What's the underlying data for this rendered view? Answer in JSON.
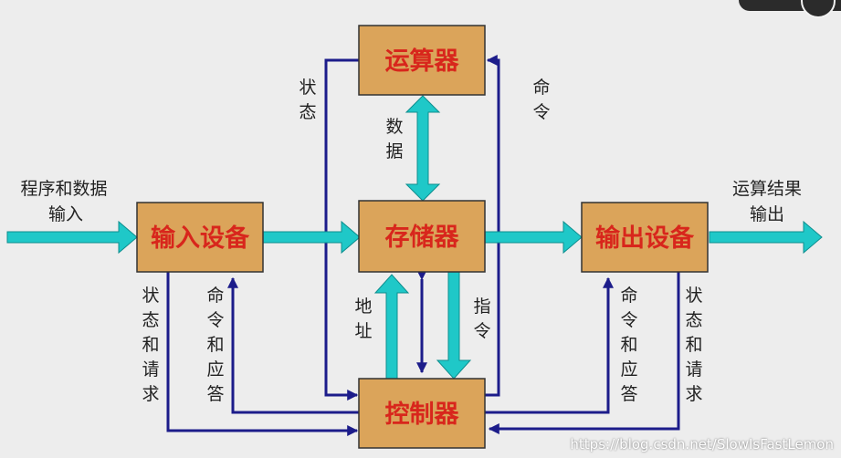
{
  "boxes": {
    "alu": "运算器",
    "memory": "存储器",
    "input": "输入设备",
    "output": "输出设备",
    "controller": "控制器"
  },
  "labels": {
    "program_input": [
      "程序和数据",
      "输入"
    ],
    "result_output": [
      "运算结果",
      "输出"
    ],
    "status_top": "状态",
    "command_top": "命令",
    "data": "数据",
    "address": "地址",
    "instruction": "指令",
    "input_status_request": "状态和请求",
    "input_command_response": "命令和应答",
    "output_command_response": "命令和应答",
    "output_status_request": "状态和请求"
  },
  "colors": {
    "box_fill": "#dba45a",
    "box_text": "#d8261c",
    "cyan_arrow": "#1fc8c8",
    "control_line": "#1c1c8a"
  },
  "watermark": "https://blog.csdn.net/SlowIsFastLemon"
}
